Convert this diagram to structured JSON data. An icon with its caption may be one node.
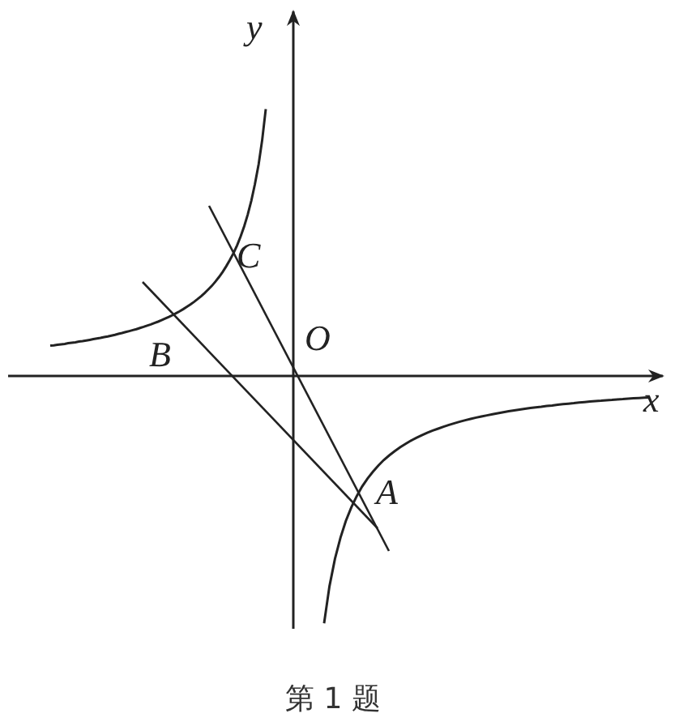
{
  "diagram": {
    "caption": "第 1 题",
    "labels": [
      "y",
      "C",
      "B",
      "O",
      "x",
      "A"
    ]
  }
}
